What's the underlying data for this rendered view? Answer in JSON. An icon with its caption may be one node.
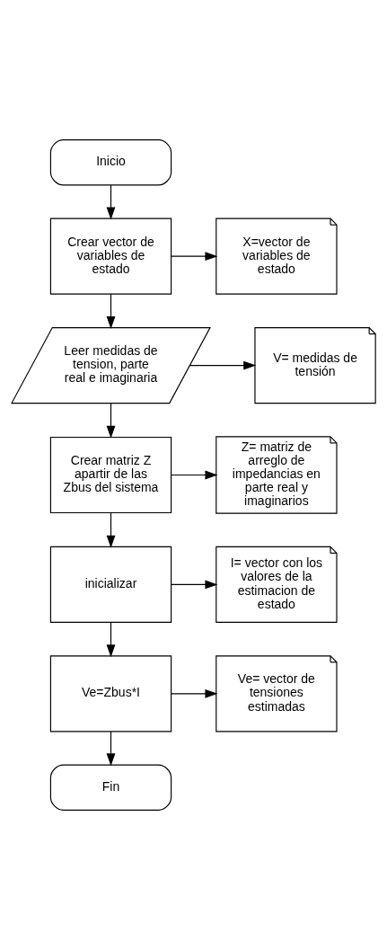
{
  "diagram": {
    "nodes": [
      {
        "text": [
          "Inicio"
        ]
      },
      {
        "text": [
          "X=vector de variables de estado"
        ]
      },
      {
        "text": [
          "Crear vector de variables de estado"
        ]
      },
      {
        "text": [
          "V= medidas de tensión"
        ]
      },
      {
        "text": [
          "Leer medidas de tension, parte real e imaginaria"
        ]
      },
      {
        "text": [
          "Z= matriz de arreglo de impedancias en parte real y imaginarios"
        ]
      },
      {
        "text": [
          "Crear matriz Z apartir de las Zbus del sistema"
        ]
      },
      {
        "text": [
          "I= vector con los valores de la estimacion de estado"
        ]
      },
      {
        "text": [
          "inicializar"
        ]
      },
      {
        "text": [
          "Ve= vector de tensiones estimadas"
        ]
      },
      {
        "text": [
          "Ve=Zbus*I"
        ]
      },
      {
        "text": [
          "Fin"
        ]
      }
    ],
    "edges": [
      {
        "from": 0,
        "to": 2,
        "arrow": "to"
      },
      {
        "from": 2,
        "to": 1,
        "arrow": "to"
      },
      {
        "from": 2,
        "to": 4,
        "arrow": "to"
      },
      {
        "from": 4,
        "to": 3,
        "arrow": "to"
      },
      {
        "from": 4,
        "to": 6,
        "arrow": "to"
      },
      {
        "from": 6,
        "to": 5,
        "arrow": "to"
      },
      {
        "from": 6,
        "to": 8,
        "arrow": "to"
      },
      {
        "from": 8,
        "to": 7,
        "arrow": "to"
      },
      {
        "from": 8,
        "to": 10,
        "arrow": "to"
      },
      {
        "from": 10,
        "to": 9,
        "arrow": "to"
      },
      {
        "from": 10,
        "to": 11,
        "arrow": "to"
      }
    ]
  }
}
